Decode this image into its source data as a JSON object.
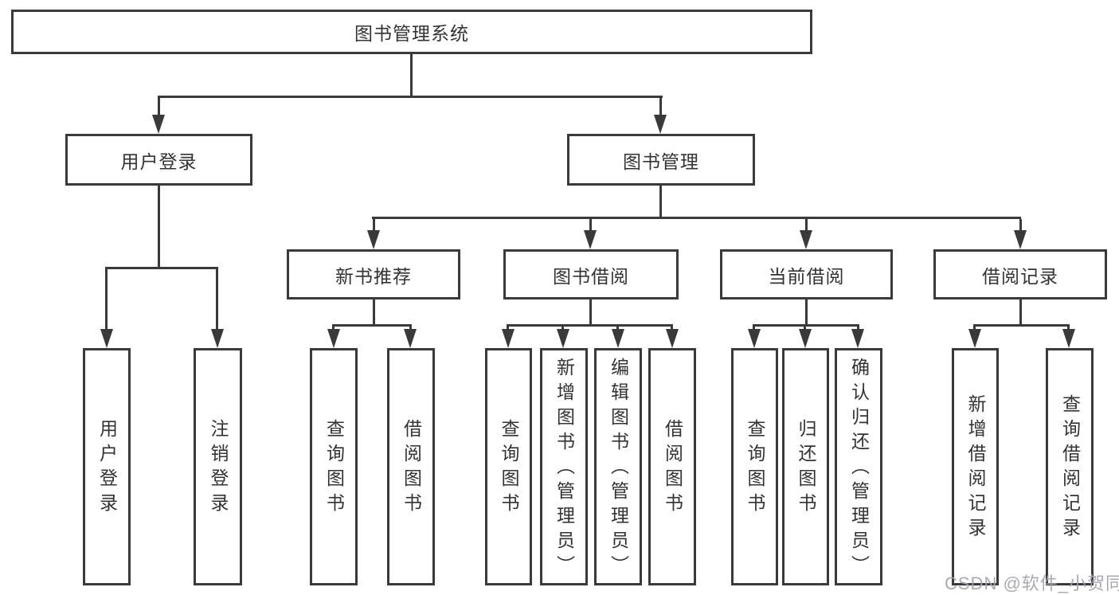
{
  "diagram": {
    "root": {
      "label": "图书管理系统"
    },
    "branches": [
      {
        "label": "用户登录",
        "children": [
          {
            "label": "用户登录"
          },
          {
            "label": "注销登录"
          }
        ]
      },
      {
        "label": "图书管理",
        "groups": [
          {
            "label": "新书推荐",
            "children": [
              {
                "label": "查询图书"
              },
              {
                "label": "借阅图书"
              }
            ]
          },
          {
            "label": "图书借阅",
            "children": [
              {
                "label": "查询图书"
              },
              {
                "label": "新增图书（管理员）"
              },
              {
                "label": "编辑图书（管理员）"
              },
              {
                "label": "借阅图书"
              }
            ]
          },
          {
            "label": "当前借阅",
            "children": [
              {
                "label": "查询图书"
              },
              {
                "label": "归还图书"
              },
              {
                "label": "确认归还（管理员）"
              }
            ]
          },
          {
            "label": "借阅记录",
            "children": [
              {
                "label": "新增借阅记录"
              },
              {
                "label": "查询借阅记录"
              }
            ]
          }
        ]
      }
    ]
  },
  "watermark": {
    "text": "CSDN @软件_小贺同学"
  },
  "colors": {
    "line": "#3a3a3a",
    "text": "#333333",
    "watermark": "#a4a1ac",
    "background": "#ffffff"
  }
}
